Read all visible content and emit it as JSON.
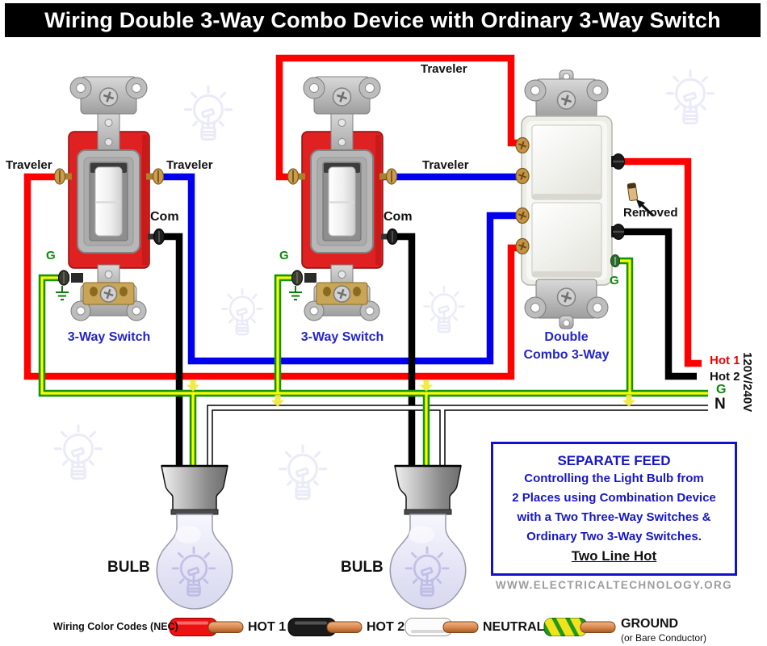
{
  "title": "Wiring Double 3-Way Combo Device with Ordinary 3-Way Switch",
  "terminals": {
    "traveler": "Traveler",
    "com": "Com",
    "ground": "G"
  },
  "devices": {
    "three_way_switch": "3-Way Switch",
    "combo_line1": "Double",
    "combo_line2": "Combo 3-Way",
    "removed_tab": "Removed",
    "bulb": "BULB"
  },
  "supply": {
    "hot1": "Hot 1",
    "hot2": "Hot 2",
    "ground": "G",
    "neutral": "N",
    "voltage": "120V/240V"
  },
  "info_box": {
    "title": "SEPARATE FEED",
    "line1": "Controlling the Light Bulb from",
    "line2": "2 Places using Combination Device",
    "line3": "with a Two Three-Way Switches &",
    "line4": "Ordinary Two 3-Way Switches.",
    "footnote": "Two Line Hot"
  },
  "website": "WWW.ELECTRICALTECHNOLOGY.ORG",
  "legend": {
    "caption": "Wiring Color Codes (NEC)",
    "items": [
      {
        "label": "HOT 1",
        "color": "#EE1111"
      },
      {
        "label": "HOT 2",
        "color": "#1A1A1A"
      },
      {
        "label": "NEUTRAL",
        "color": "#FCFCFC"
      },
      {
        "label": "GROUND",
        "color": "#1F9A1F"
      }
    ],
    "ground_note": "(or Bare Conductor)"
  },
  "colors": {
    "hot_red": "#EE0000",
    "traveler_blue": "#0000EE",
    "hot_black": "#000000",
    "ground_green": "#149414",
    "ground_yellow": "#FFFF00",
    "neutral_white": "#FFFFFF",
    "label_blue": "#2326C9",
    "label_green": "#0B8A0B",
    "info_blue": "#1616C8",
    "border_blue": "#1212CC",
    "accent_yellow": "#EFE83B",
    "gray": "#9C9C9C",
    "text_black": "#111111"
  }
}
